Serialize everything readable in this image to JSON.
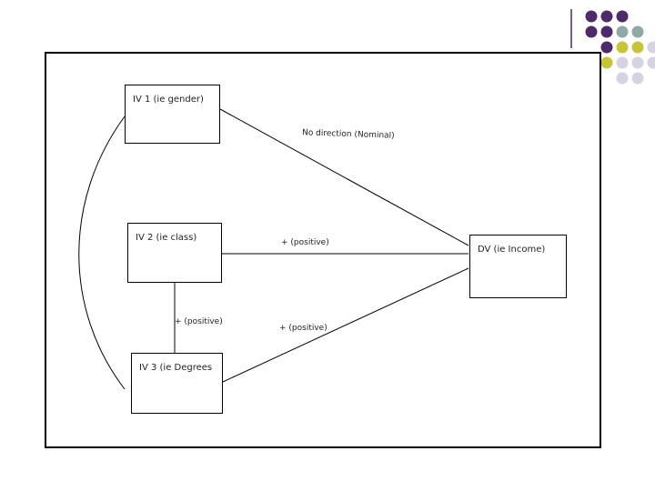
{
  "colors": {
    "purple": "#4e2a6b",
    "teal": "#8fa8a8",
    "olive": "#c8c43a",
    "lavender": "#d5d3e2",
    "divider": "#4e2a6b",
    "line": "#000000",
    "frame": "#000000"
  },
  "decoration": {
    "dot_grid": [
      [
        "purple",
        "purple",
        "purple"
      ],
      [
        "purple",
        "purple",
        "teal",
        "teal"
      ],
      [
        "purple",
        "olive",
        "olive",
        "lavender"
      ],
      [
        "olive",
        "lavender",
        "lavender",
        "lavender"
      ],
      [
        "lavender",
        "lavender"
      ]
    ]
  },
  "diagram": {
    "nodes": {
      "iv1": "IV 1  (ie gender)",
      "iv2": "IV 2  (ie class)",
      "iv3": "IV 3  (ie Degrees",
      "dv": "DV (ie Income)"
    },
    "edges": {
      "iv1_dv": "No direction (Nominal)",
      "iv2_dv": "+  (positive)",
      "iv3_dv": "+  (positive)",
      "iv2_iv3": "+  (positive)"
    }
  }
}
